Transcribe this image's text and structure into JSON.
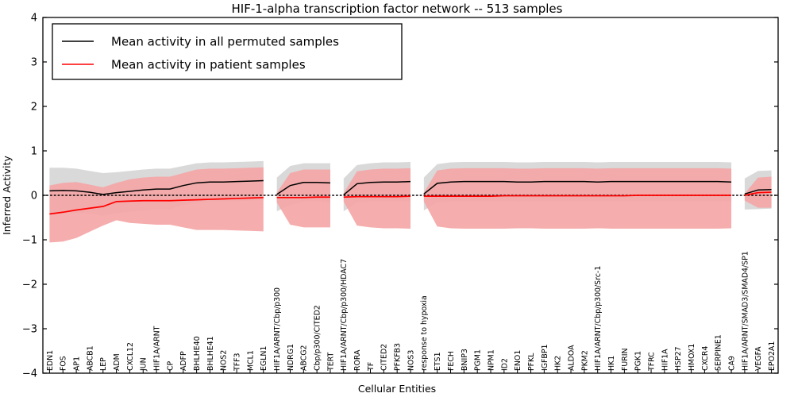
{
  "chart_data": {
    "type": "line",
    "title": "HIF-1-alpha transcription factor network -- 513 samples",
    "xlabel": "Cellular Entities",
    "ylabel": "Inferred Activity",
    "ylim": [
      -4,
      4
    ],
    "yticks": [
      -4,
      -3,
      -2,
      -1,
      0,
      1,
      2,
      3,
      4
    ],
    "ytick_labels": [
      "−4",
      "−3",
      "−2",
      "−1",
      "0",
      "1",
      "2",
      "3",
      "4"
    ],
    "grid": false,
    "legend_position": "upper left",
    "legend": [
      {
        "label": "Mean activity in all permuted samples",
        "color": "#000000"
      },
      {
        "label": "Mean activity in patient samples",
        "color": "#ff0000"
      }
    ],
    "zero_line": {
      "value": 0,
      "style": "dotted",
      "color": "#000000"
    },
    "band_colors": {
      "permuted": "#d9d9d9",
      "patient": "#f4a6a6"
    },
    "categories": [
      "EDN1",
      "FOS",
      "AP1",
      "ABCB1",
      "LEP",
      "ADM",
      "CXCL12",
      "JUN",
      "HIF1A/ARNT",
      "CP",
      "ADFP",
      "BHLHE40",
      "BHLHE41",
      "NOS2",
      "TFF3",
      "MCL1",
      "EGLN1",
      "HIF1A/ARNT/Cbp/p300",
      "NDRG1",
      "ABCG2",
      "Cbp/p300/CITED2",
      "TERT",
      "HIF1A/ARNT/Cbp/p300/HDAC7",
      "RORA",
      "TF",
      "CITED2",
      "PFKFB3",
      "NOS3",
      "response to hypoxia",
      "ETS1",
      "FECH",
      "BNIP3",
      "PGM1",
      "NPM1",
      "ID2",
      "ENO1",
      "PFKL",
      "IGFBP1",
      "HK2",
      "ALDOA",
      "PKM2",
      "HIF1A/ARNT/Cbp/p300/Src-1",
      "HK1",
      "FURIN",
      "PGK1",
      "TFRC",
      "HIF1A",
      "HSP27",
      "HMOX1",
      "CXCR4",
      "SERPINE1",
      "CA9",
      "HIF1A/ARNT/SMAD3/SMAD4/SP1",
      "VEGFA",
      "EPO2A1"
    ],
    "series": [
      {
        "name": "Mean activity in all permuted samples",
        "color": "#000000",
        "values": [
          0.1,
          0.11,
          0.1,
          0.07,
          0.02,
          0.06,
          0.09,
          0.12,
          0.14,
          0.14,
          0.22,
          0.28,
          0.3,
          0.3,
          0.31,
          0.32,
          0.33,
          0.02,
          0.22,
          0.29,
          0.29,
          0.28,
          0.01,
          0.26,
          0.29,
          0.3,
          0.3,
          0.31,
          0.03,
          0.27,
          0.3,
          0.31,
          0.31,
          0.31,
          0.31,
          0.3,
          0.3,
          0.31,
          0.31,
          0.31,
          0.31,
          0.3,
          0.31,
          0.31,
          0.31,
          0.31,
          0.31,
          0.31,
          0.31,
          0.31,
          0.31,
          0.3,
          0.03,
          0.12,
          0.13
        ],
        "upper": [
          0.62,
          0.62,
          0.6,
          0.55,
          0.5,
          0.52,
          0.55,
          0.58,
          0.6,
          0.6,
          0.66,
          0.72,
          0.74,
          0.74,
          0.75,
          0.76,
          0.77,
          0.4,
          0.66,
          0.72,
          0.72,
          0.72,
          0.38,
          0.68,
          0.72,
          0.74,
          0.74,
          0.75,
          0.4,
          0.7,
          0.74,
          0.75,
          0.75,
          0.75,
          0.75,
          0.74,
          0.74,
          0.75,
          0.75,
          0.75,
          0.75,
          0.74,
          0.75,
          0.75,
          0.75,
          0.75,
          0.75,
          0.75,
          0.75,
          0.75,
          0.75,
          0.74,
          0.38,
          0.55,
          0.56
        ],
        "lower": [
          -0.42,
          -0.4,
          -0.4,
          -0.41,
          -0.46,
          -0.4,
          -0.37,
          -0.34,
          -0.32,
          -0.32,
          -0.22,
          -0.16,
          -0.14,
          -0.14,
          -0.13,
          -0.12,
          -0.11,
          -0.36,
          -0.22,
          -0.14,
          -0.14,
          -0.16,
          -0.36,
          -0.16,
          -0.14,
          -0.14,
          -0.14,
          -0.13,
          -0.34,
          -0.16,
          -0.14,
          -0.13,
          -0.13,
          -0.13,
          -0.13,
          -0.14,
          -0.14,
          -0.13,
          -0.13,
          -0.13,
          -0.13,
          -0.14,
          -0.13,
          -0.13,
          -0.13,
          -0.13,
          -0.13,
          -0.13,
          -0.13,
          -0.13,
          -0.13,
          -0.14,
          -0.32,
          -0.31,
          -0.3
        ]
      },
      {
        "name": "Mean activity in patient samples",
        "color": "#ff0000",
        "values": [
          -0.42,
          -0.38,
          -0.33,
          -0.29,
          -0.25,
          -0.14,
          -0.13,
          -0.12,
          -0.12,
          -0.12,
          -0.11,
          -0.1,
          -0.09,
          -0.08,
          -0.07,
          -0.06,
          -0.05,
          -0.05,
          -0.05,
          -0.05,
          -0.04,
          -0.04,
          -0.04,
          -0.03,
          -0.03,
          -0.03,
          -0.03,
          -0.02,
          -0.02,
          -0.02,
          -0.02,
          -0.02,
          -0.02,
          -0.02,
          -0.01,
          -0.01,
          -0.01,
          -0.01,
          -0.01,
          -0.01,
          -0.01,
          -0.01,
          -0.01,
          -0.01,
          0.0,
          0.0,
          0.0,
          0.0,
          0.0,
          0.0,
          0.0,
          0.0,
          0.0,
          0.06,
          0.07
        ],
        "upper": [
          0.22,
          0.28,
          0.3,
          0.24,
          0.18,
          0.28,
          0.36,
          0.4,
          0.42,
          0.42,
          0.5,
          0.58,
          0.6,
          0.6,
          0.61,
          0.62,
          0.63,
          0.06,
          0.5,
          0.58,
          0.58,
          0.58,
          0.05,
          0.54,
          0.58,
          0.6,
          0.6,
          0.61,
          0.06,
          0.56,
          0.6,
          0.61,
          0.61,
          0.61,
          0.61,
          0.6,
          0.6,
          0.61,
          0.61,
          0.61,
          0.61,
          0.6,
          0.61,
          0.61,
          0.61,
          0.61,
          0.61,
          0.61,
          0.61,
          0.61,
          0.61,
          0.6,
          0.04,
          0.4,
          0.42
        ],
        "lower": [
          -1.06,
          -1.04,
          -0.96,
          -0.82,
          -0.68,
          -0.56,
          -0.62,
          -0.64,
          -0.66,
          -0.66,
          -0.72,
          -0.78,
          -0.78,
          -0.78,
          -0.79,
          -0.8,
          -0.81,
          -0.16,
          -0.66,
          -0.72,
          -0.72,
          -0.72,
          -0.14,
          -0.68,
          -0.72,
          -0.74,
          -0.74,
          -0.75,
          -0.14,
          -0.7,
          -0.74,
          -0.75,
          -0.75,
          -0.75,
          -0.75,
          -0.74,
          -0.74,
          -0.75,
          -0.75,
          -0.75,
          -0.75,
          -0.74,
          -0.75,
          -0.75,
          -0.75,
          -0.75,
          -0.75,
          -0.75,
          -0.75,
          -0.75,
          -0.75,
          -0.74,
          -0.12,
          -0.28,
          -0.28
        ]
      }
    ]
  }
}
